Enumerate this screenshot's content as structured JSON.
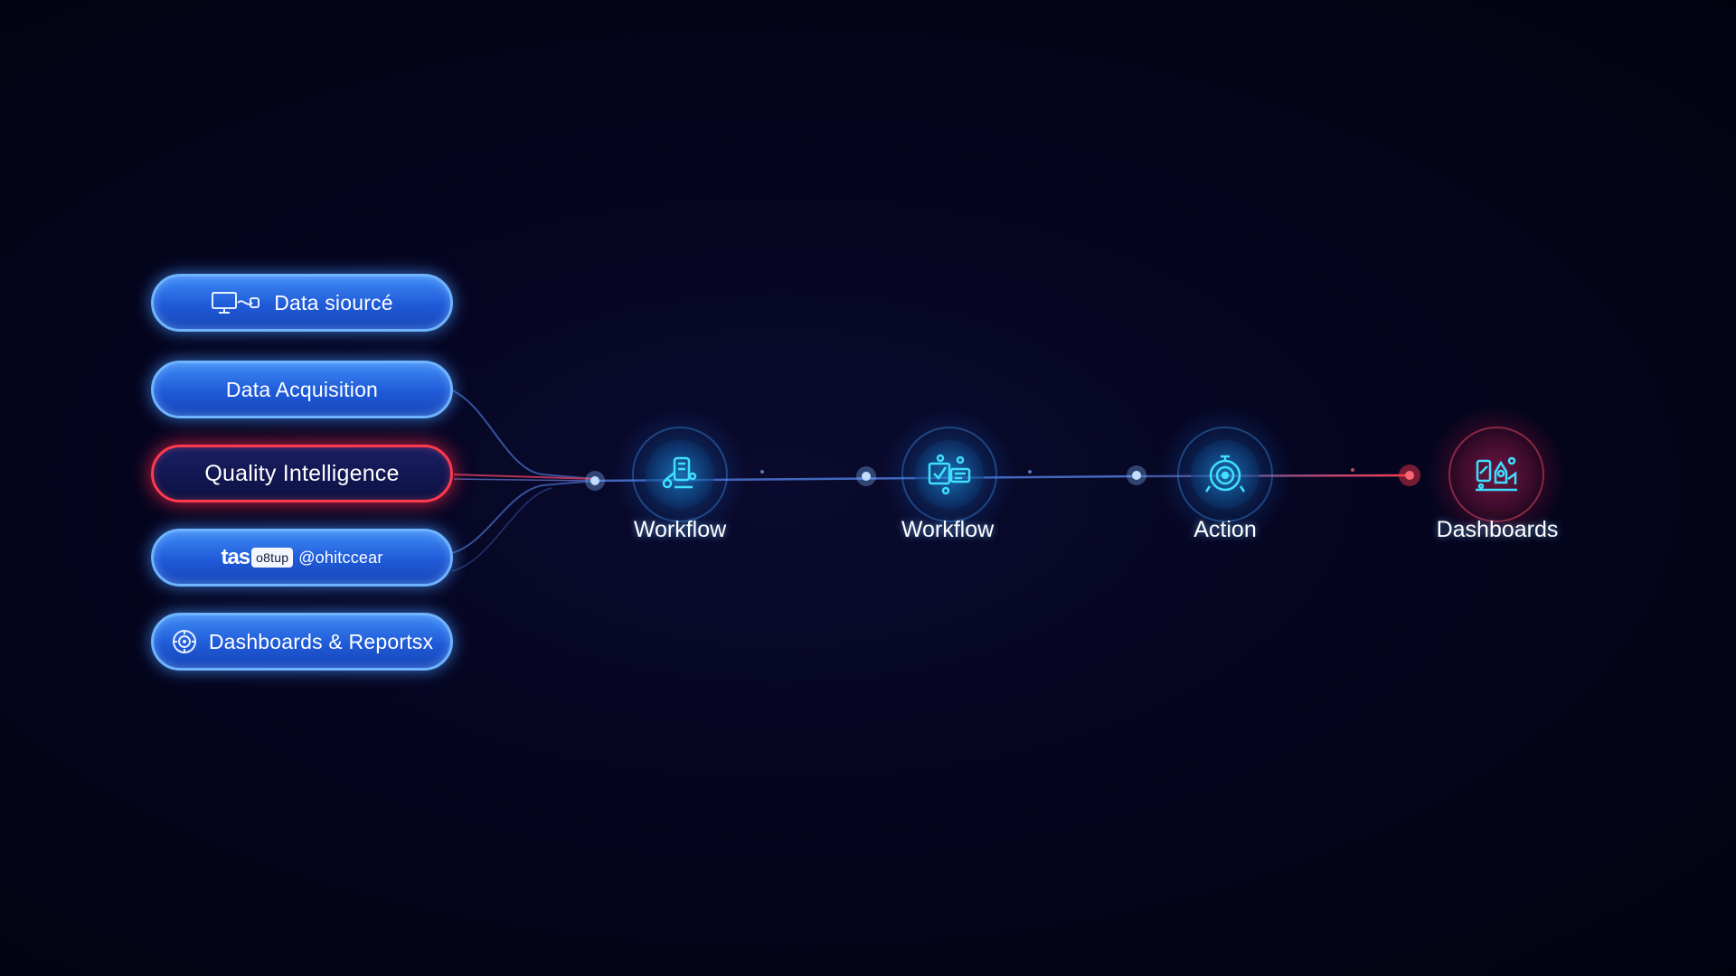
{
  "left_items": [
    {
      "label": "Data siourcé",
      "icon": "monitor-plug-icon"
    },
    {
      "label": "Data Acquisition",
      "icon": ""
    },
    {
      "label": "Quality Intelligence",
      "icon": ""
    },
    {
      "label": "@ohitccear",
      "prefix": "tas",
      "badge": "o8tup",
      "icon": ""
    },
    {
      "label": "Dashboards & Reportsx",
      "icon": "gear-circle-icon"
    }
  ],
  "flow_nodes": [
    {
      "label": "Workflow",
      "icon": "robot-arm-icon"
    },
    {
      "label": "Workflow",
      "icon": "checklist-icon"
    },
    {
      "label": "Action",
      "icon": "target-dial-icon"
    },
    {
      "label": "Dashboards",
      "icon": "analytics-icon"
    }
  ],
  "colors": {
    "background": "#03031a",
    "pill_blue": "#2f6fe8",
    "pill_border": "#6fb4ff",
    "highlight_red": "#ff3a4e",
    "node_cyan": "#3fe0ff",
    "connector": "#4f78d6"
  }
}
